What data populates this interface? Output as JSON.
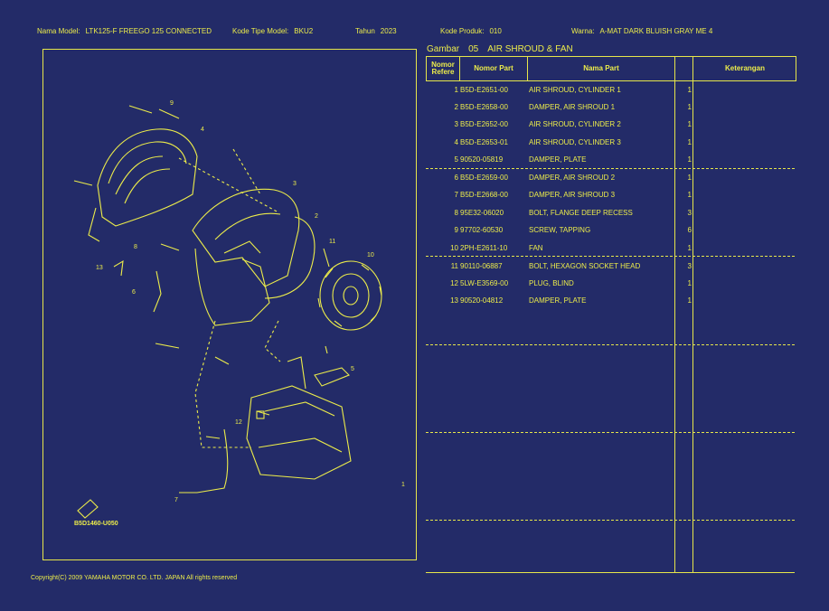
{
  "header": {
    "model_label": "Nama Model:",
    "model_value": "LTK125-F FREEGO 125 CONNECTED",
    "type_label": "Kode Tipe Model:",
    "type_value": "BKU2",
    "year_label": "Tahun",
    "year_value": "2023",
    "product_label": "Kode Produk:",
    "product_value": "010",
    "color_label": "Warna:",
    "color_value": "A-MAT DARK BLUISH GRAY ME 4"
  },
  "figure": {
    "label": "Gambar",
    "number": "05",
    "title": "AIR SHROUD & FAN"
  },
  "diagram": {
    "code": "B5D1460-U050",
    "callouts": [
      "1",
      "2",
      "3",
      "4",
      "5",
      "6",
      "7",
      "8",
      "9",
      "10",
      "11",
      "12",
      "13"
    ]
  },
  "table": {
    "columns": {
      "ref": "Nomor Refere",
      "part": "Nomor Part",
      "name": "Nama Part",
      "qty": "",
      "note": "Keterangan"
    },
    "rows": [
      {
        "no": "1",
        "part": "B5D-E2651-00",
        "name": "AIR SHROUD, CYLINDER 1",
        "qty": "1"
      },
      {
        "no": "2",
        "part": "B5D-E2658-00",
        "name": "DAMPER, AIR SHROUD 1",
        "qty": "1"
      },
      {
        "no": "3",
        "part": "B5D-E2652-00",
        "name": "AIR SHROUD, CYLINDER 2",
        "qty": "1"
      },
      {
        "no": "4",
        "part": "B5D-E2653-01",
        "name": "AIR SHROUD, CYLINDER 3",
        "qty": "1"
      },
      {
        "no": "5",
        "part": "90520-05819",
        "name": "DAMPER, PLATE",
        "qty": "1"
      },
      {
        "no": "6",
        "part": "B5D-E2659-00",
        "name": "DAMPER, AIR SHROUD 2",
        "qty": "1"
      },
      {
        "no": "7",
        "part": "B5D-E2668-00",
        "name": "DAMPER, AIR SHROUD 3",
        "qty": "1"
      },
      {
        "no": "8",
        "part": "95E32-06020",
        "name": "BOLT, FLANGE DEEP RECESS",
        "qty": "3"
      },
      {
        "no": "9",
        "part": "97702-60530",
        "name": "SCREW, TAPPING",
        "qty": "6"
      },
      {
        "no": "10",
        "part": "2PH-E2611-10",
        "name": "FAN",
        "qty": "1"
      },
      {
        "no": "11",
        "part": "90110-06887",
        "name": "BOLT, HEXAGON SOCKET HEAD",
        "qty": "3"
      },
      {
        "no": "12",
        "part": "5LW-E3569-00",
        "name": "PLUG, BLIND",
        "qty": "1"
      },
      {
        "no": "13",
        "part": "90520-04812",
        "name": "DAMPER, PLATE",
        "qty": "1"
      }
    ]
  },
  "footer": {
    "copyright": "Copyright(C) 2009 YAMAHA MOTOR CO. LTD. JAPAN All rights reserved"
  }
}
